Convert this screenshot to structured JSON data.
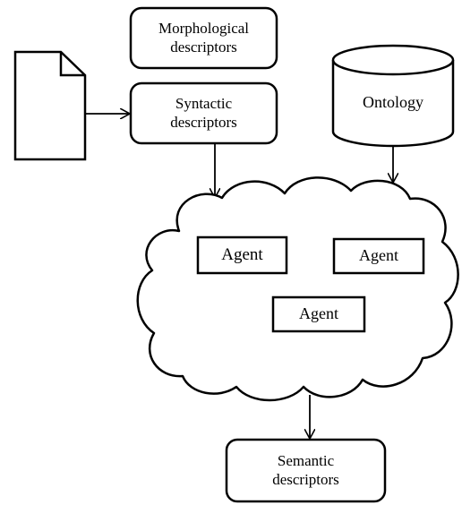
{
  "diagram": {
    "morphological_box": {
      "line1": "Morphological",
      "line2": "descriptors"
    },
    "syntactic_box": {
      "line1": "Syntactic",
      "line2": "descriptors"
    },
    "ontology": {
      "label": "Ontology"
    },
    "agents": [
      {
        "label": "Agent"
      },
      {
        "label": "Agent"
      },
      {
        "label": "Agent"
      }
    ],
    "semantic_box": {
      "line1": "Semantic",
      "line2": "descriptors"
    }
  }
}
